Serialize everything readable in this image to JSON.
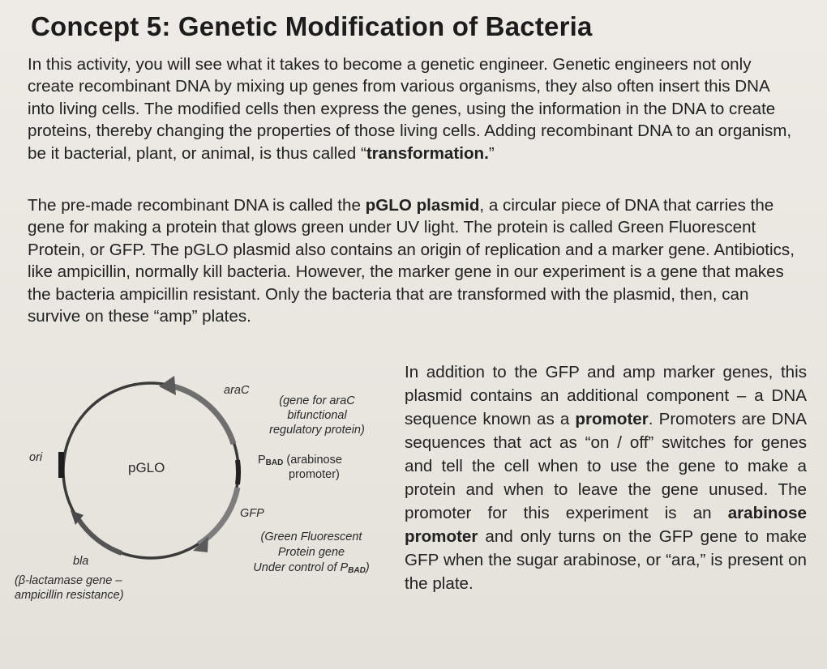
{
  "title": "Concept 5: Genetic Modification of Bacteria",
  "paragraph1": {
    "text": "In this activity, you will see what it takes to become a genetic engineer. Genetic engineers not only create recombinant DNA by mixing up genes from various organisms, they also often insert this DNA into living cells. The modified cells then express the genes, using the information in the DNA to create proteins, thereby changing the properties of those living cells. Adding recombinant DNA to an organism, be it bacterial, plant, or animal, is thus called “",
    "bold": "transformation.",
    "end": "”"
  },
  "paragraph2": {
    "a": "The pre-made recombinant DNA is called the ",
    "bold": "pGLO plasmid",
    "b": ", a circular piece of DNA that carries the gene for making a protein that glows green under UV light. The protein is called Green Fluorescent Protein, or GFP. The pGLO plasmid also contains an origin of replication and a marker gene. Antibiotics, like ampicillin, normally kill bacteria. However, the marker gene in our experiment is a gene that makes the bacteria ampicillin resistant. Only the bacteria that are transformed with the plasmid, then, can survive on these “amp” plates."
  },
  "paragraph3": {
    "a": "In addition to the GFP and amp marker genes, this plasmid contains an additional component – a DNA sequence known as a ",
    "bold1": "promoter",
    "b": ". Promoters are DNA sequences that act as “on / off” switches for genes and tell the cell when to use the gene to make a protein and when to leave the gene unused. The promoter for this experiment is an ",
    "bold2": "arabinose promoter",
    "c": " and only turns on the GFP gene to make GFP when the sugar arabinose, or “ara,” is present on the plate."
  },
  "diagram": {
    "plasmid_label": "pGLO",
    "ori": "ori",
    "arac": "araC",
    "arac_desc": [
      "(gene for araC",
      "bifunctional",
      "regulatory protein)"
    ],
    "pbad_p": "P",
    "pbad_sub": "BAD",
    "pbad_desc1": " (arabinose",
    "pbad_desc2": "promoter)",
    "gfp": "GFP",
    "gfp_desc1": "(Green Fluorescent",
    "gfp_desc2": "Protein gene",
    "gfp_desc3": "Under control of P",
    "gfp_desc3_sub": "BAD",
    "gfp_desc3_end": ")",
    "bla": "bla",
    "bla_desc1": "(β-lactamase gene –",
    "bla_desc2": "ampicillin resistance)"
  }
}
